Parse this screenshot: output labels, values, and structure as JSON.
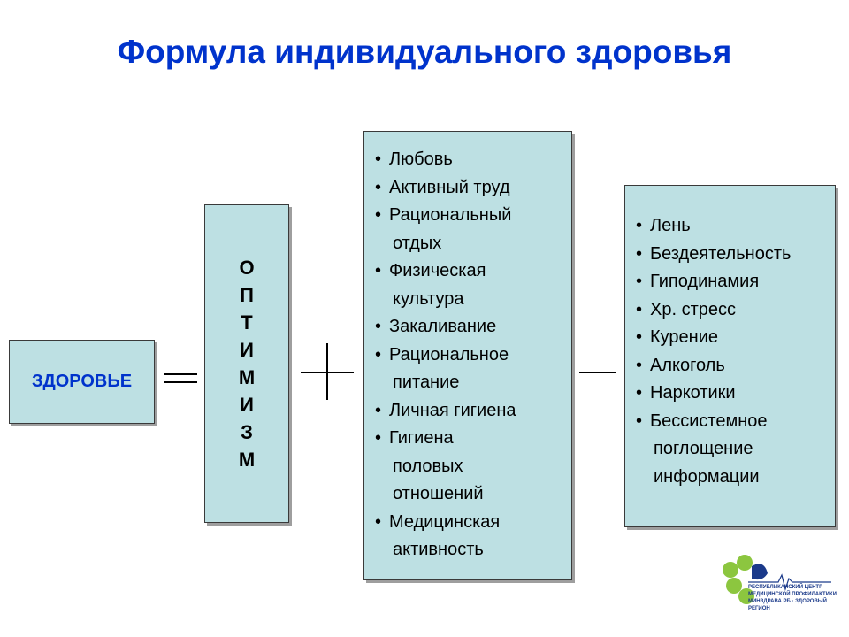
{
  "title": "Формула индивидуального здоровья",
  "health_label": "ЗДОРОВЬЕ",
  "optimism_letters": [
    "О",
    "П",
    "Т",
    "И",
    "М",
    "И",
    "З",
    "М"
  ],
  "positive_factors": [
    {
      "line1": "Любовь",
      "line2": ""
    },
    {
      "line1": "Активный труд",
      "line2": ""
    },
    {
      "line1": "Рациональный",
      "line2": "отдых"
    },
    {
      "line1": "Физическая",
      "line2": "культура"
    },
    {
      "line1": "Закаливание",
      "line2": ""
    },
    {
      "line1": "Рациональное",
      "line2": "питание"
    },
    {
      "line1": "Личная гигиена",
      "line2": ""
    },
    {
      "line1": "Гигиена",
      "line2": "половых",
      "line3": "отношений"
    },
    {
      "line1": "Медицинская",
      "line2": "активность"
    }
  ],
  "negative_factors": [
    {
      "line1": "Лень"
    },
    {
      "line1": "Бездеятельность"
    },
    {
      "line1": "Гиподинамия"
    },
    {
      "line1": "Хр. стресс"
    },
    {
      "line1": "Курение"
    },
    {
      "line1": "Алкоголь"
    },
    {
      "line1": "Наркотики"
    },
    {
      "line1": "Бессистемное",
      "line2": "поглощение",
      "line3": "информации"
    }
  ],
  "logo": {
    "line1": "РЕСПУБЛИКАНСКИЙ ЦЕНТР",
    "line2": "МЕДИЦИНСКОЙ ПРОФИЛАКТИКИ",
    "line3": "МИНЗДРАВА РБ · ЗДОРОВЫЙ РЕГИОН"
  },
  "colors": {
    "title": "#0033cc",
    "box_fill": "#bde0e3",
    "logo_green": "#8cc63f",
    "logo_blue": "#1b3a8a"
  }
}
